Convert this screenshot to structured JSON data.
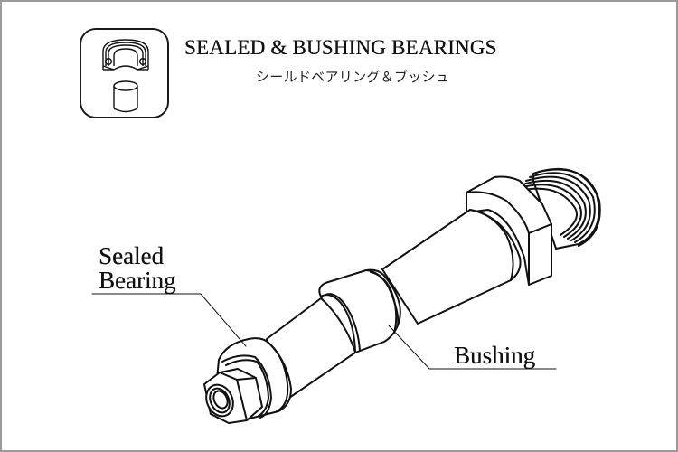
{
  "header": {
    "title": "SEALED & BUSHING BEARINGS",
    "subtitle": "シールドベアリング＆ブッシュ",
    "icon": "bearing-and-bushing-icon"
  },
  "callouts": {
    "sealed_bearing": {
      "line1": "Sealed",
      "line2": "Bearing"
    },
    "bushing": {
      "label": "Bushing"
    }
  },
  "illustration": {
    "subject": "pedal-spindle-axle",
    "parts": [
      "threaded-end",
      "hex-flange",
      "tapered-shaft",
      "bushing",
      "sealed-bearing",
      "lock-nut"
    ]
  },
  "colors": {
    "line": "#111111",
    "border": "#9a9a9a",
    "background": "#ffffff"
  }
}
